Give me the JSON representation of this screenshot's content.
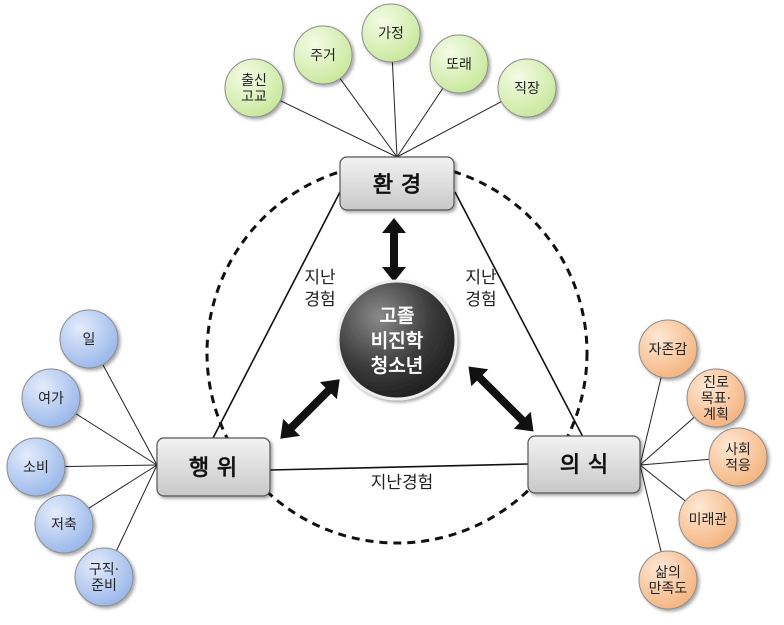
{
  "center": {
    "lines": [
      "고졸",
      "비진학",
      "청소년"
    ]
  },
  "boxes": {
    "environment": "환 경",
    "behavior": "행 위",
    "consciousness": "의 식"
  },
  "edge_labels": {
    "left": [
      "지난",
      "경험"
    ],
    "right": [
      "지난",
      "경험"
    ],
    "bottom": "지난경험"
  },
  "environment_items": [
    [
      "출신",
      "고교"
    ],
    [
      "주거"
    ],
    [
      "가정"
    ],
    [
      "또래"
    ],
    [
      "직장"
    ]
  ],
  "behavior_items": [
    [
      "일"
    ],
    [
      "여가"
    ],
    [
      "소비"
    ],
    [
      "저축"
    ],
    [
      "구직·",
      "준비"
    ]
  ],
  "consciousness_items": [
    [
      "자존감"
    ],
    [
      "진로",
      "목표·",
      "계획"
    ],
    [
      "사회",
      "적응"
    ],
    [
      "미래관"
    ],
    [
      "삶의",
      "만족도"
    ]
  ],
  "colors": {
    "environment_fill": "#d6efa8",
    "behavior_fill": "#a9c4f0",
    "consciousness_fill": "#f8c79a",
    "box_fill": "#d9d9d9",
    "center_fill": "#3a3a3a"
  }
}
